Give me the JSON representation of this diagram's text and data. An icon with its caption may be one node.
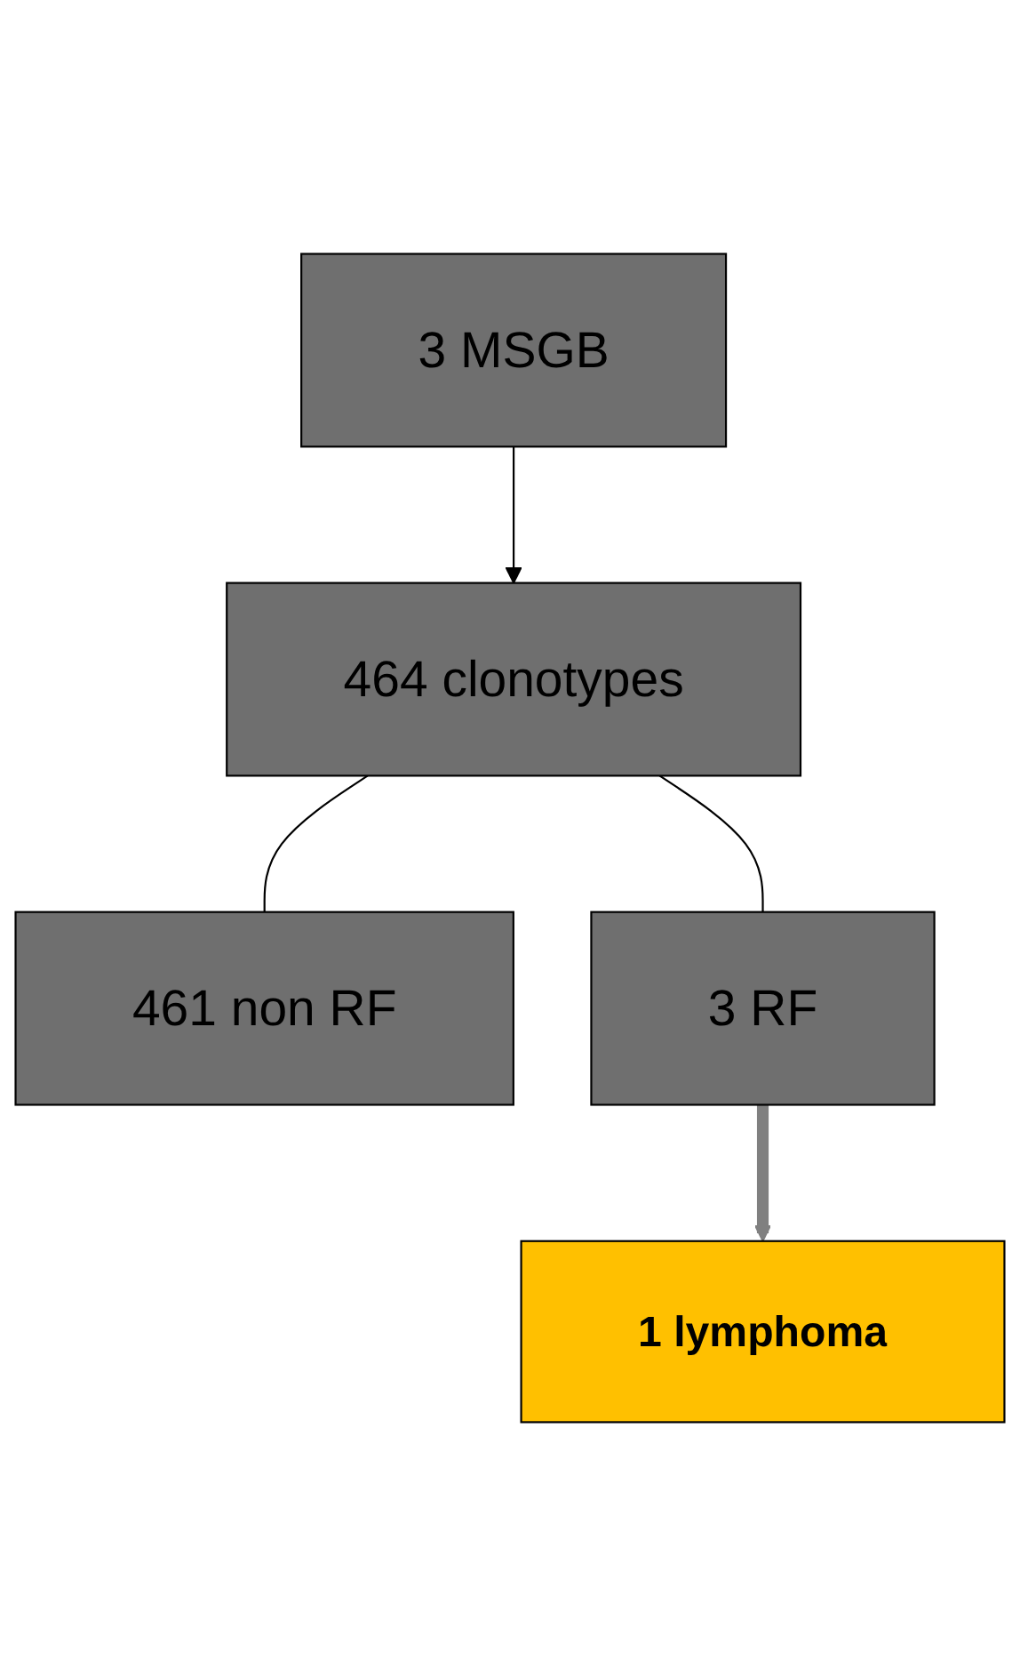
{
  "diagram": {
    "nodes": [
      {
        "text": [
          "3 MSGB"
        ]
      },
      {
        "text": [
          "464 clonotypes"
        ]
      },
      {
        "text": [
          "461 non RF"
        ]
      },
      {
        "text": [
          "3 RF"
        ]
      },
      {
        "text": [
          "1 lymphoma"
        ]
      }
    ],
    "edges": [
      {
        "from": 0,
        "to": 1,
        "arrow": "to"
      },
      {
        "from": 1,
        "to": 2,
        "arrow": "none"
      },
      {
        "from": 1,
        "to": 3,
        "arrow": "none"
      },
      {
        "from": 3,
        "to": 4,
        "arrow": "to",
        "style": "thick",
        "color": "#808080"
      }
    ]
  }
}
